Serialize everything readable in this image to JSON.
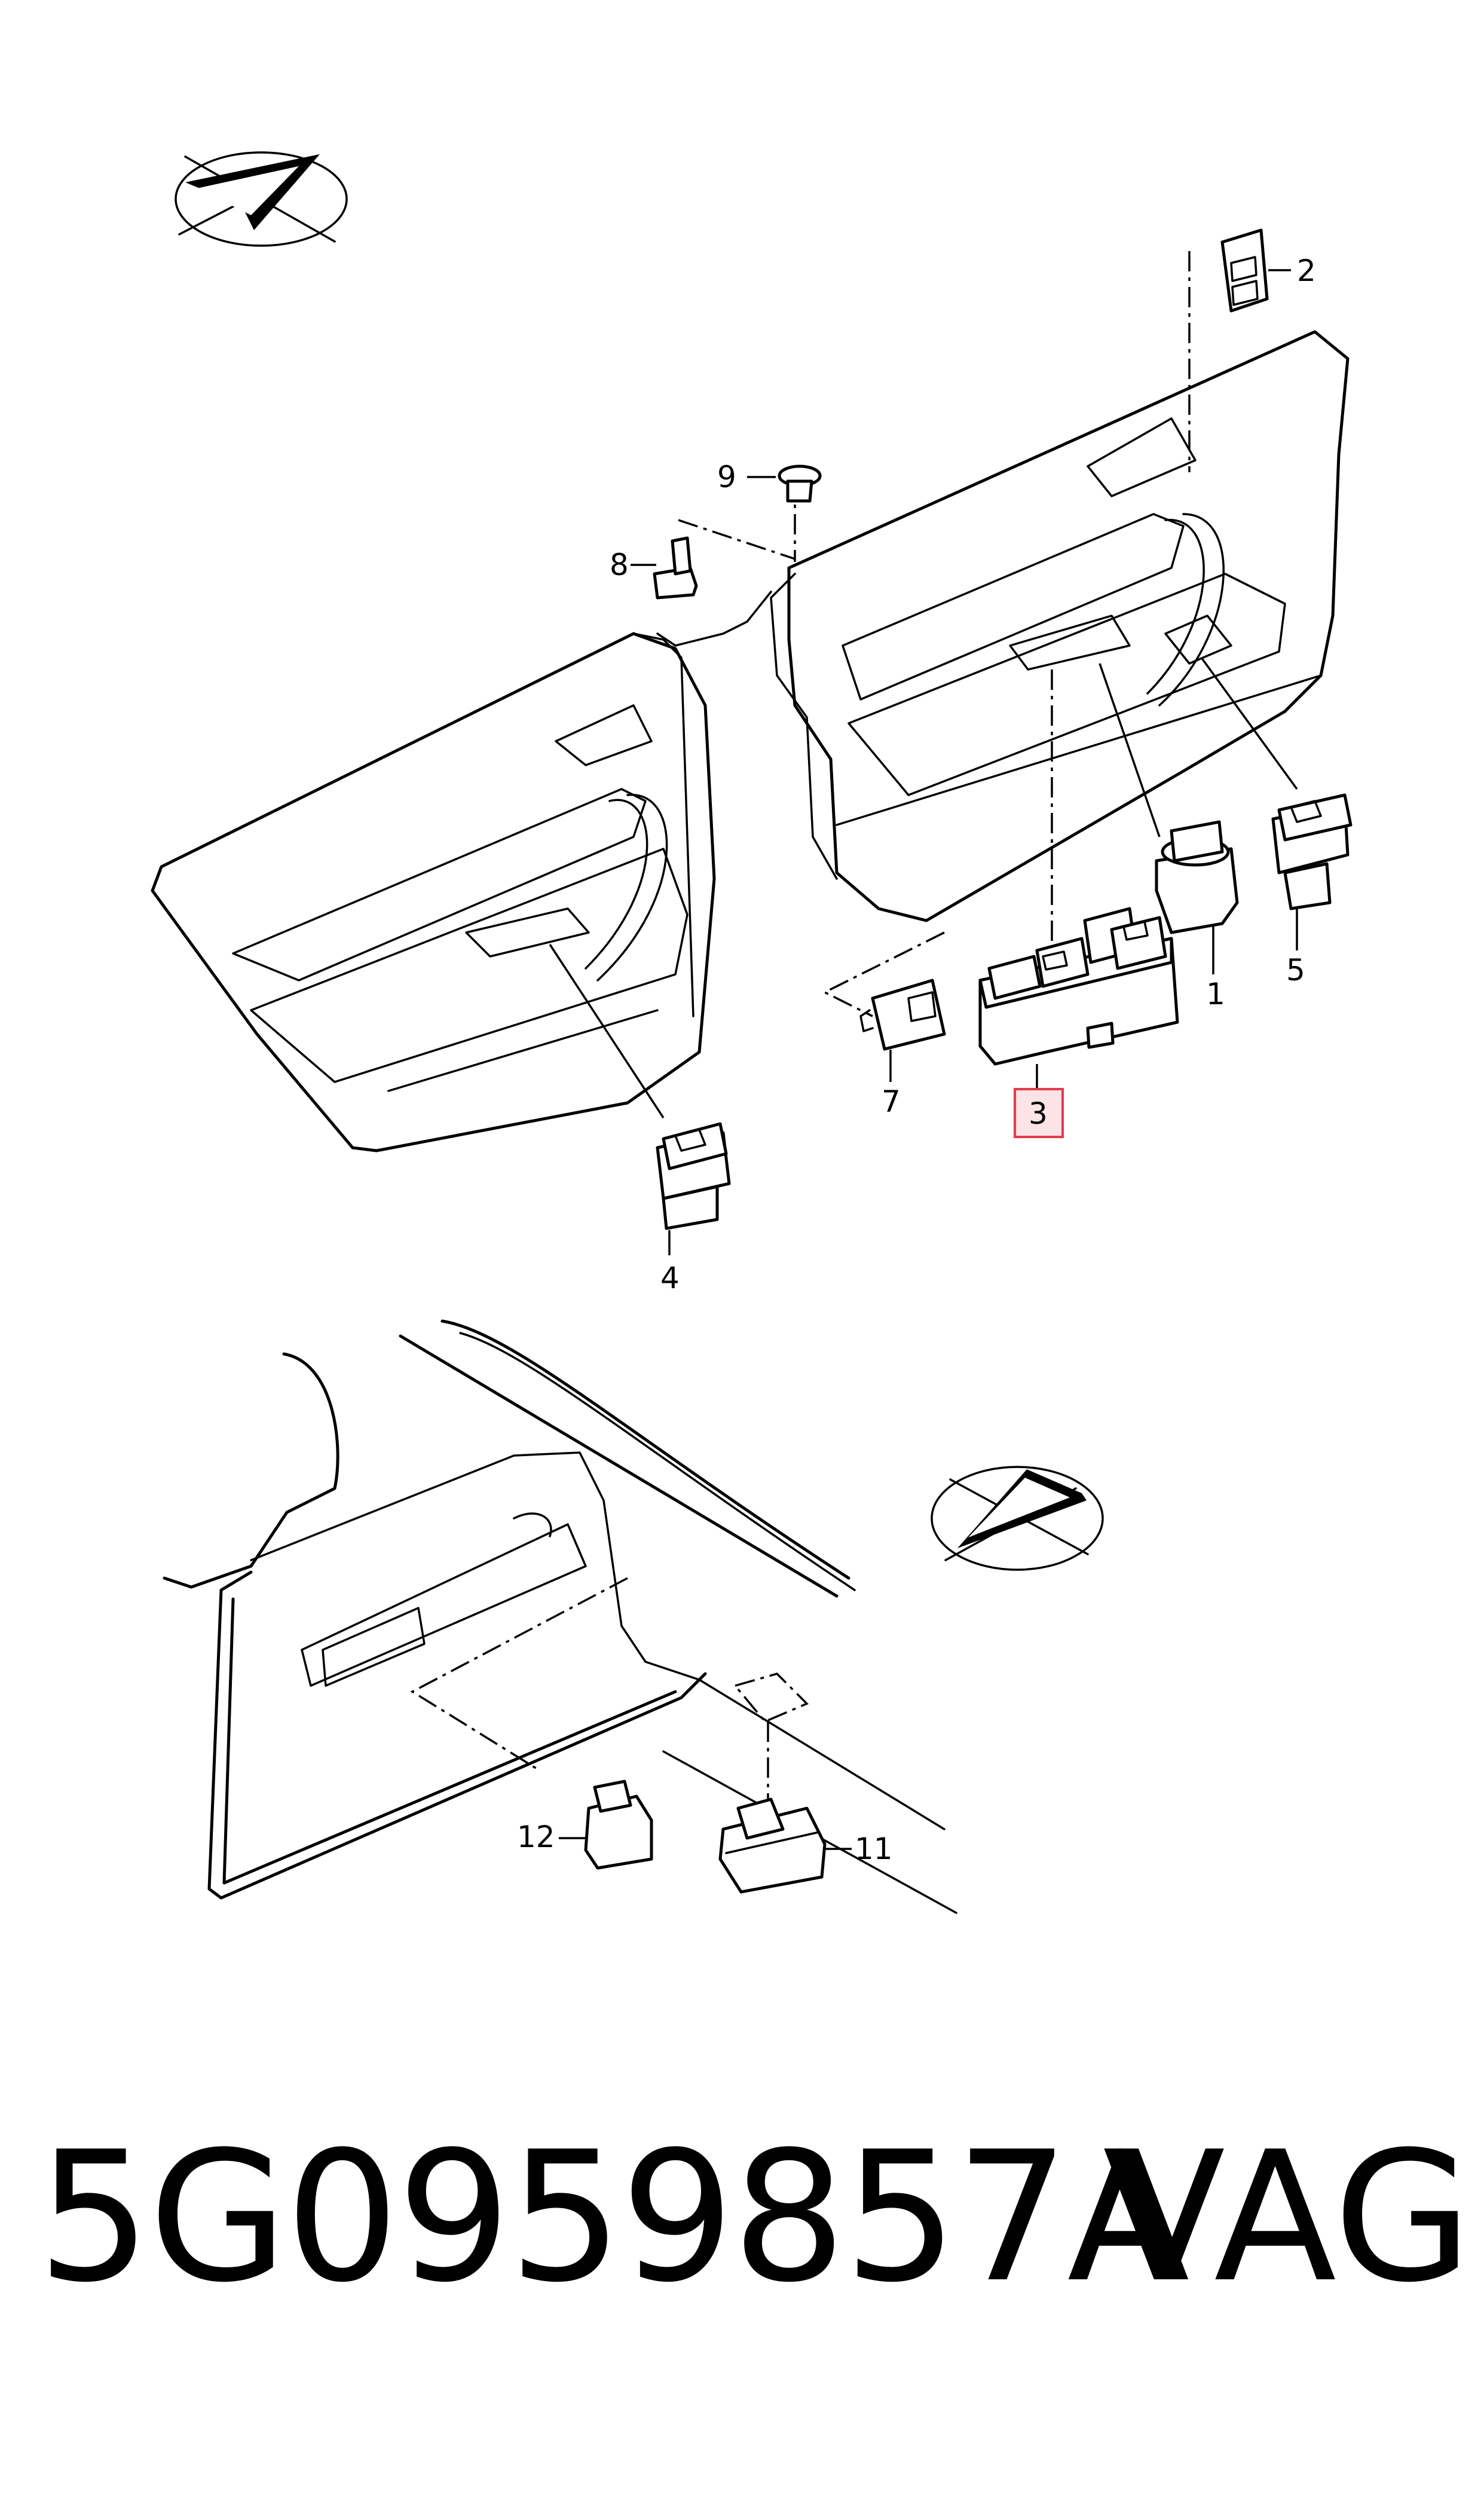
{
  "labels": [
    {
      "id": "1",
      "text": "1"
    },
    {
      "id": "2",
      "text": "2"
    },
    {
      "id": "3",
      "text": "3"
    },
    {
      "id": "4",
      "text": "4"
    },
    {
      "id": "5",
      "text": "5"
    },
    {
      "id": "7",
      "text": "7"
    },
    {
      "id": "8",
      "text": "8"
    },
    {
      "id": "9",
      "text": "9"
    },
    {
      "id": "11",
      "text": "11"
    },
    {
      "id": "12",
      "text": "12"
    }
  ],
  "highlight": {
    "label": "3",
    "color": "#e23b4a",
    "fill": "#fbe3e6"
  },
  "footer": {
    "part_number": "5G0959857A",
    "brand": "VAG"
  }
}
